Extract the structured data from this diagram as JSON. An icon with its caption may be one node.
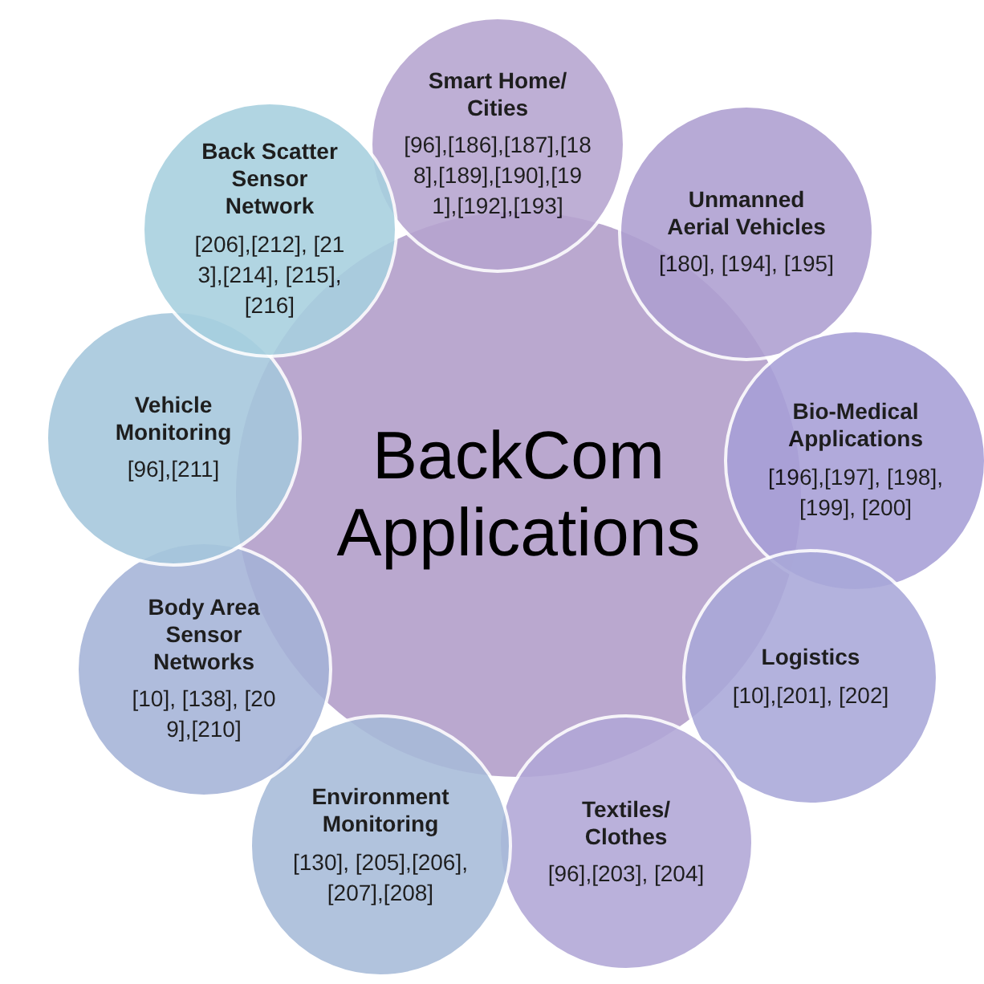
{
  "diagram": {
    "nodes": [
      {
        "text": [
          "BackCom Applications"
        ]
      },
      {
        "text": [
          "Smart Home/ Cities",
          "[96],[186],[187],[188],[189],[190],[191],[192],[193]"
        ]
      },
      {
        "text": [
          "Unmanned Aerial Vehicles",
          "[180], [194], [195]"
        ]
      },
      {
        "text": [
          "Bio-Medical Applications",
          "[196],[197], [198],[199], [200]"
        ]
      },
      {
        "text": [
          "Logistics",
          "[10],[201], [202]"
        ]
      },
      {
        "text": [
          "Textiles/ Clothes",
          "[96],[203], [204]"
        ]
      },
      {
        "text": [
          "Environment Monitoring",
          "[130], [205],[206], [207],[208]"
        ]
      },
      {
        "text": [
          "Body Area Sensor Networks",
          "[10], [138], [209],[210]"
        ]
      },
      {
        "text": [
          "Vehicle Monitoring",
          "[96],[211]"
        ]
      },
      {
        "text": [
          "Back Scatter Sensor Network",
          "[206],[212], [213],[214], [215],[216]"
        ]
      }
    ]
  }
}
